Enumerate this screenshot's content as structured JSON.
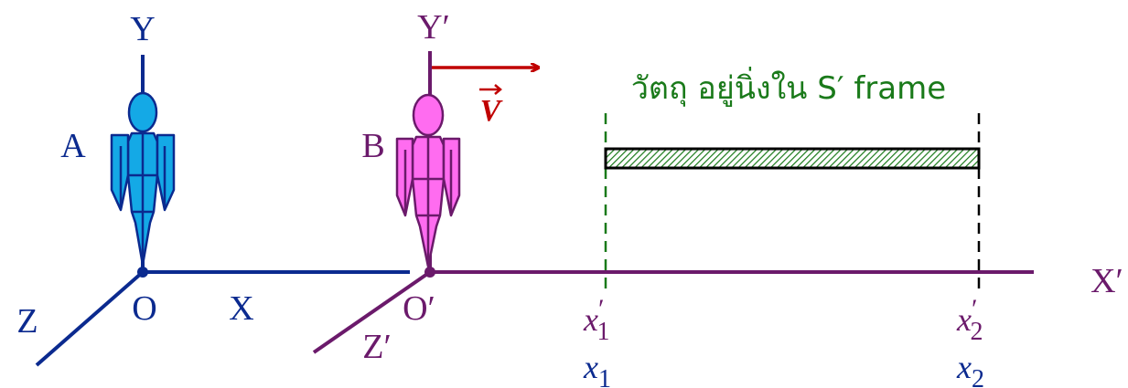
{
  "frame_s": {
    "axis_y": "Y",
    "axis_x": "X",
    "axis_z": "Z",
    "origin": "O",
    "observer": "A",
    "axis_color": "#0b2a8f",
    "person_fill": "#14a9e6",
    "person_stroke": "#0b2a8f"
  },
  "frame_s_prime": {
    "axis_y": "Y′",
    "axis_x": "X′",
    "axis_z": "Z′",
    "origin": "O′",
    "observer": "B",
    "axis_color": "#6b1a6b",
    "person_fill": "#ff6cf0",
    "person_stroke": "#6b1a6b"
  },
  "velocity": {
    "label": "V",
    "color": "#c00000"
  },
  "object": {
    "caption": "วัตถุ อยู่นิ่งใน S′ frame",
    "caption_color": "#1a7a1a",
    "hatch_color": "#1a7a1a"
  },
  "markers": {
    "left": {
      "primed_var": "x",
      "primed_sub": "1",
      "unprimed_var": "x",
      "unprimed_sub": "1",
      "line_color": "#1a7a1a"
    },
    "right": {
      "primed_var": "x",
      "primed_sub": "2",
      "unprimed_var": "x",
      "unprimed_sub": "2",
      "line_color": "#000000"
    },
    "primed_color": "#6b1a6b",
    "unprimed_color": "#0b2a8f"
  }
}
